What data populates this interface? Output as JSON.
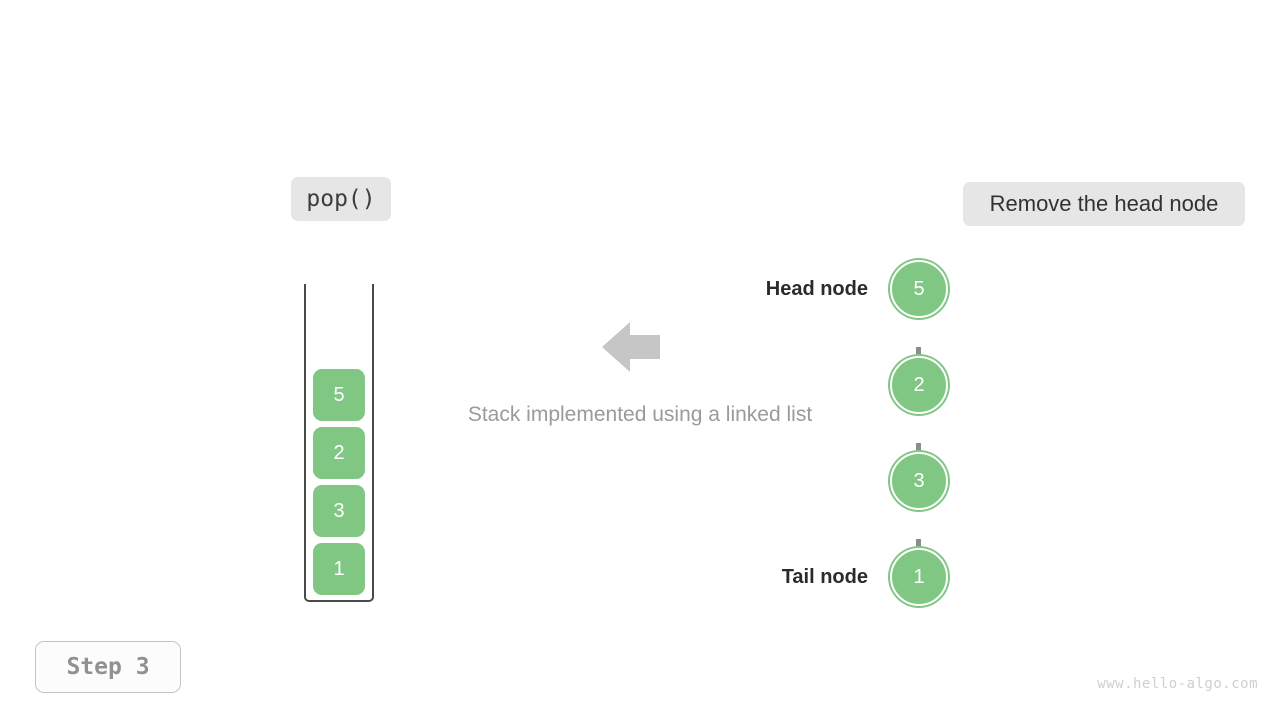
{
  "operation": {
    "label": "pop()"
  },
  "action": {
    "label": "Remove the head node"
  },
  "caption": {
    "text": "Stack implemented using a linked list"
  },
  "stack": {
    "cells": [
      {
        "value": "5"
      },
      {
        "value": "2"
      },
      {
        "value": "3"
      },
      {
        "value": "1"
      }
    ]
  },
  "linked_list": {
    "head_label": "Head node",
    "tail_label": "Tail node",
    "nodes": [
      {
        "value": "5"
      },
      {
        "value": "2"
      },
      {
        "value": "3"
      },
      {
        "value": "1"
      }
    ]
  },
  "step": {
    "label": "Step 3"
  },
  "watermark": {
    "text": "www.hello-algo.com"
  },
  "colors": {
    "node_green": "#81c784",
    "chip_gray": "#e6e6e6",
    "arrow_gray": "#8c8c8c",
    "big_arrow_gray": "#c6c6c6",
    "caption_gray": "#9a9a9a",
    "container_stroke": "#4a4a4a"
  }
}
